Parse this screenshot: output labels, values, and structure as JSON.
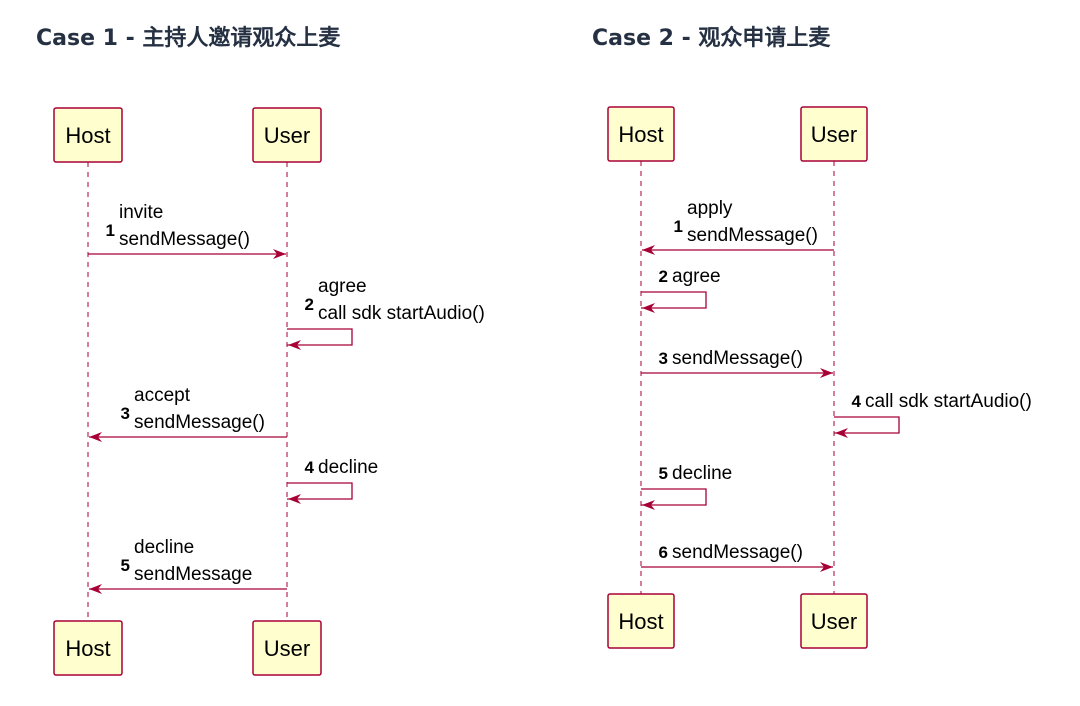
{
  "titles": {
    "case1": "Case 1 - 主持人邀请观众上麦",
    "case2": "Case 2 - 观众申请上麦"
  },
  "colors": {
    "box_fill": "#FEFECE",
    "line": "#A80036",
    "title": "#253143"
  },
  "diagrams": [
    {
      "participants": [
        "Host",
        "User"
      ],
      "messages": [
        {
          "num": "1",
          "from": 0,
          "to": 1,
          "lines": [
            "invite",
            "sendMessage()"
          ]
        },
        {
          "num": "2",
          "from": 1,
          "to": 1,
          "lines": [
            "agree",
            "call sdk startAudio()"
          ]
        },
        {
          "num": "3",
          "from": 1,
          "to": 0,
          "lines": [
            "accept",
            "sendMessage()"
          ]
        },
        {
          "num": "4",
          "from": 1,
          "to": 1,
          "lines": [
            "decline"
          ]
        },
        {
          "num": "5",
          "from": 1,
          "to": 0,
          "lines": [
            "decline",
            "sendMessage"
          ]
        }
      ]
    },
    {
      "participants": [
        "Host",
        "User"
      ],
      "messages": [
        {
          "num": "1",
          "from": 1,
          "to": 0,
          "lines": [
            "apply",
            "sendMessage()"
          ]
        },
        {
          "num": "2",
          "from": 0,
          "to": 0,
          "lines": [
            "agree"
          ]
        },
        {
          "num": "3",
          "from": 0,
          "to": 1,
          "lines": [
            "sendMessage()"
          ]
        },
        {
          "num": "4",
          "from": 1,
          "to": 1,
          "lines": [
            "call sdk startAudio()"
          ]
        },
        {
          "num": "5",
          "from": 0,
          "to": 0,
          "lines": [
            "decline"
          ]
        },
        {
          "num": "6",
          "from": 0,
          "to": 1,
          "lines": [
            "sendMessage()"
          ]
        }
      ]
    }
  ]
}
